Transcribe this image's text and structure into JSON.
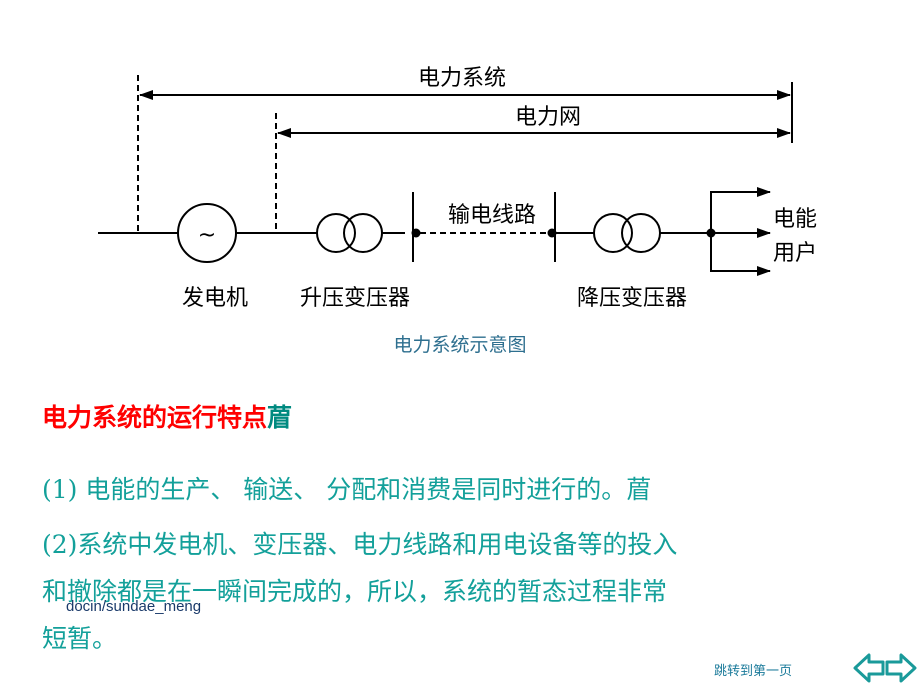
{
  "diagram": {
    "span_power_system": "电力系统",
    "span_power_grid": "电力网",
    "transmission_line": "输电线路",
    "consumer_line1": "电能",
    "consumer_line2": "用户",
    "generator_symbol": "~",
    "generator_label": "发电机",
    "step_up_label": "升压变压器",
    "step_down_label": "降压变压器"
  },
  "caption": "电力系统示意图",
  "heading": {
    "title": "电力系统的运行特点",
    "trailing_mark": "葿"
  },
  "paragraphs": [
    "(1)  电能的生产、  输送、  分配和消费是同时进行的。葿",
    "(2)系统中发电机、变压器、电力线路和用电设备等的投入",
    "和撤除都是在一瞬间完成的，所以，系统的暂态过程非常",
    "短暂。"
  ],
  "watermark": "docin/sundae_meng",
  "footer": {
    "jump_first": "跳转到第一页",
    "prev_icon": "left-arrow-outline-icon",
    "next_icon": "right-arrow-outline-icon"
  },
  "colors": {
    "heading": "#ff0000",
    "body_text": "#13a09a",
    "caption": "#2e6f8f",
    "nav_icon": "#1a9a9a"
  }
}
